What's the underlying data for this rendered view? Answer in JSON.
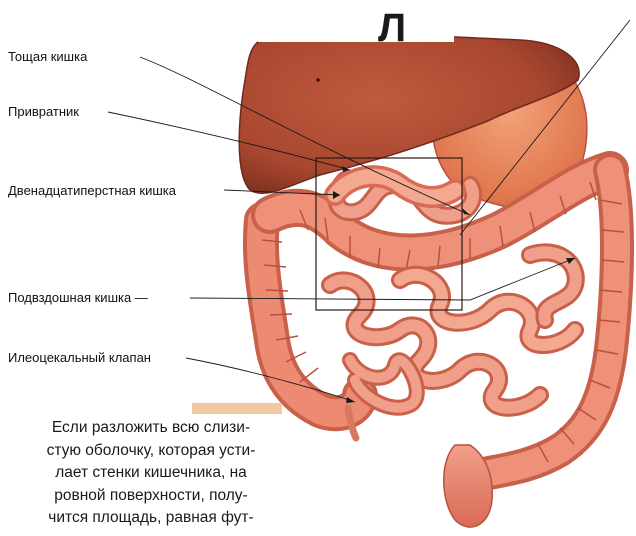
{
  "header_letter": "Л",
  "labels": {
    "jejunum": "Тощая кишка",
    "pylorus": "Привратник",
    "duodenum": "Двенадцатиперстная кишка",
    "ileum": "Подвздошная кишка —",
    "ileocecal_valve": "Илеоцекальный клапан"
  },
  "caption": {
    "lines": [
      "Если разложить всю слизи-",
      "стую оболочку, которая усти-",
      "лает стенки кишечника, на",
      "ровной поверхности, полу-",
      "чится площадь, равная фут-"
    ]
  },
  "colors": {
    "liver": "#a8462f",
    "stomach": "#e07f57",
    "intestine": "#e8806a",
    "intestine_dark": "#b9503f",
    "intestine_light": "#f3a98f",
    "background": "#ffffff"
  }
}
